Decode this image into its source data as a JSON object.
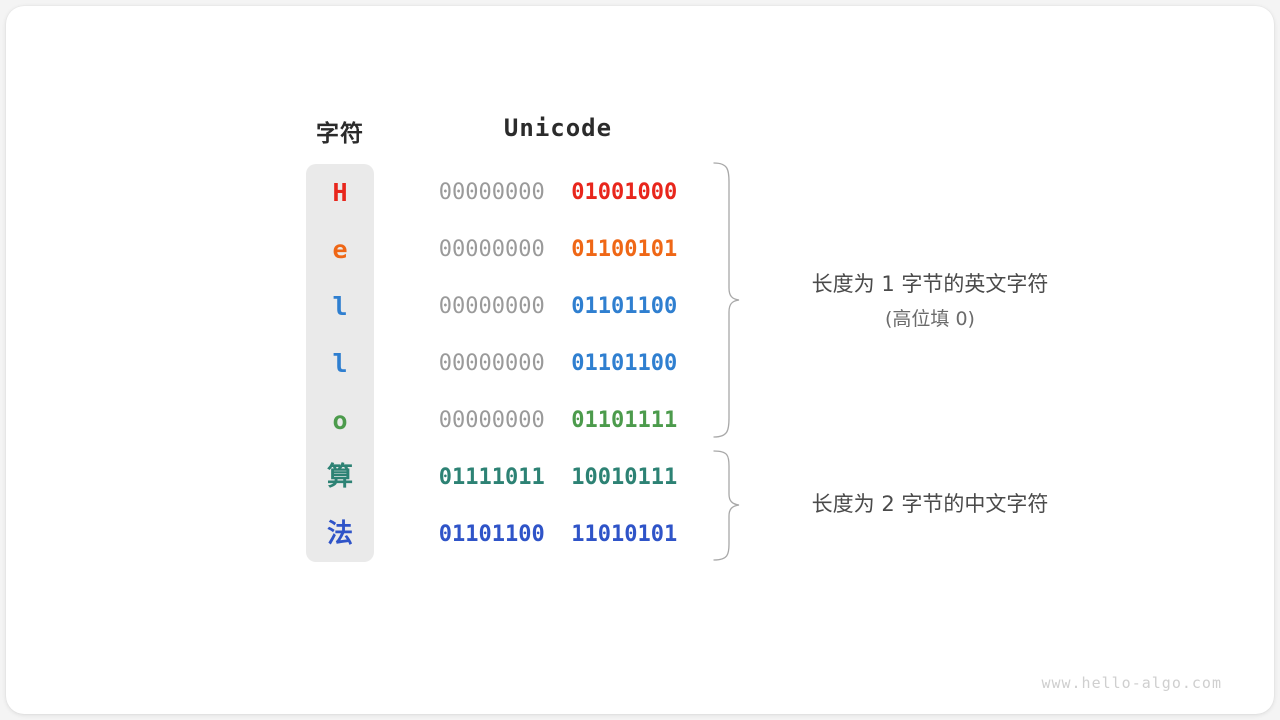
{
  "figure": {
    "headers": {
      "character": "字符",
      "unicode": "Unicode"
    },
    "rows": [
      {
        "char": "H",
        "pad_byte": "00000000",
        "main_byte": "01001000",
        "color": "#e8261c",
        "pad_color": "#9a9a9a",
        "script": "latin"
      },
      {
        "char": "e",
        "pad_byte": "00000000",
        "main_byte": "01100101",
        "color": "#ef6716",
        "pad_color": "#9a9a9a",
        "script": "latin"
      },
      {
        "char": "l",
        "pad_byte": "00000000",
        "main_byte": "01101100",
        "color": "#2f7fd0",
        "pad_color": "#9a9a9a",
        "script": "latin"
      },
      {
        "char": "l",
        "pad_byte": "00000000",
        "main_byte": "01101100",
        "color": "#2f7fd0",
        "pad_color": "#9a9a9a",
        "script": "latin"
      },
      {
        "char": "o",
        "pad_byte": "00000000",
        "main_byte": "01101111",
        "color": "#4c9b4c",
        "pad_color": "#9a9a9a",
        "script": "latin"
      },
      {
        "char": "算",
        "pad_byte": "01111011",
        "main_byte": "10010111",
        "color": "#2d8274",
        "pad_color": "#2d8274",
        "script": "cjk"
      },
      {
        "char": "法",
        "pad_byte": "01101100",
        "main_byte": "11010101",
        "color": "#2f54c8",
        "pad_color": "#2f54c8",
        "script": "cjk"
      }
    ],
    "annotations": [
      {
        "line1": "长度为 1 字节的英文字符",
        "line2": "(高位填 0)"
      },
      {
        "line1": "长度为 2 字节的中文字符",
        "line2": ""
      }
    ],
    "watermark": "www.hello-algo.com",
    "colors": {
      "strip_background": "#eaeaea",
      "card_background": "#ffffff",
      "page_background": "#f4f4f4",
      "brace_stroke": "#a8a8a8",
      "header_text": "#2b2b2b",
      "annotation_text": "#4a4a4a"
    }
  }
}
